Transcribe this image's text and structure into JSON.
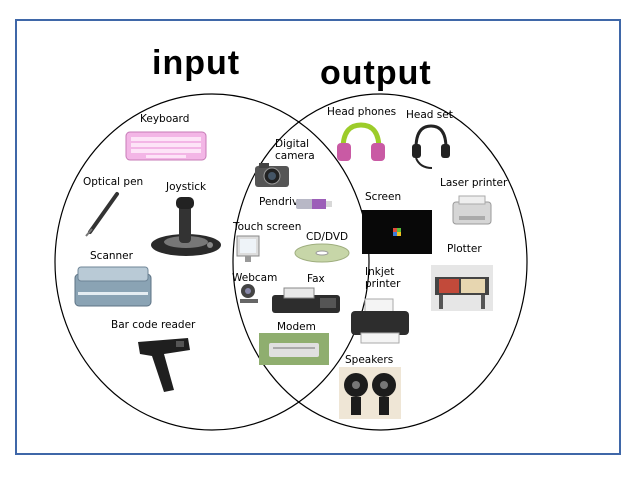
{
  "titles": {
    "input": "input",
    "output": "output"
  },
  "input_devices": {
    "keyboard": "Keyboard",
    "optical_pen": "Optical pen",
    "joystick": "Joystick",
    "scanner": "Scanner",
    "bar_code_reader": "Bar code reader"
  },
  "both_devices": {
    "digital_camera_line1": "Digital",
    "digital_camera_line2": "camera",
    "pendrive": "Pendrive",
    "touch_screen": "Touch screen",
    "cd_dvd": "CD/DVD",
    "webcam": "Webcam",
    "fax": "Fax",
    "modem": "Modem"
  },
  "output_devices": {
    "head_phones": "Head phones",
    "head_set": "Head set",
    "laser_printer": "Laser printer",
    "screen": "Screen",
    "plotter": "Plotter",
    "inkjet_line1": "Inkjet",
    "inkjet_line2": "printer",
    "speakers": "Speakers"
  },
  "colors": {
    "frame_border": "#3f67a8",
    "circle_stroke": "#000000"
  }
}
